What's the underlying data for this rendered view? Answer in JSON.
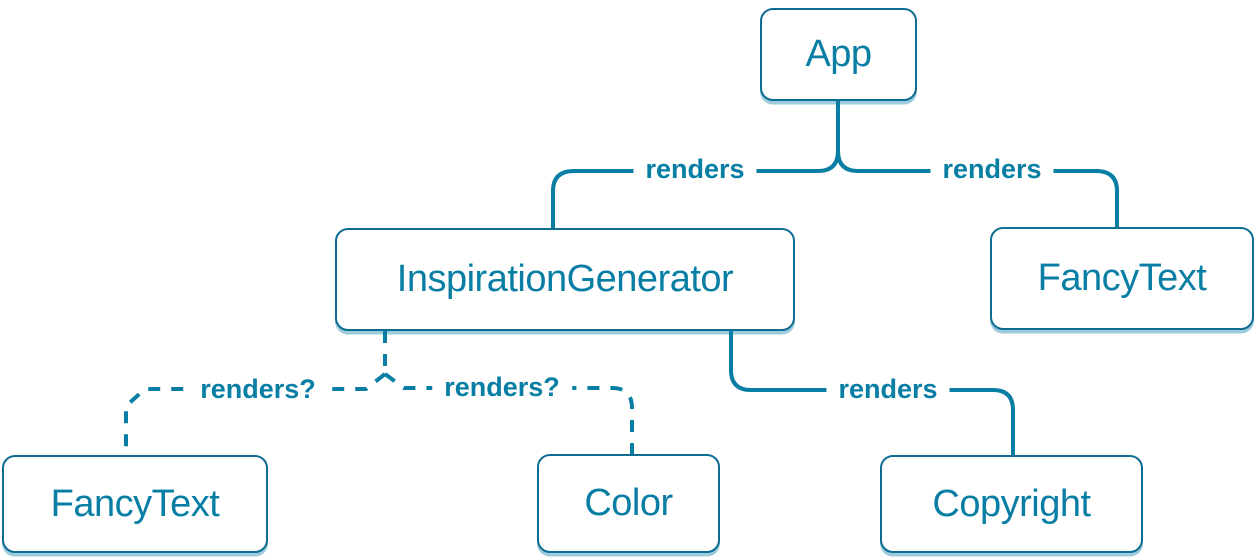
{
  "colors": {
    "accent": "#087ea4",
    "node_border": "#0e6d93",
    "node_background": "#ffffff",
    "node_shadow": "rgba(8,126,164,0.4)",
    "page_background": "#ffffff"
  },
  "diagram": {
    "type": "tree",
    "nodes": [
      {
        "id": "app",
        "label": "App"
      },
      {
        "id": "inspiration-generator",
        "label": "InspirationGenerator"
      },
      {
        "id": "fancy-text-top",
        "label": "FancyText"
      },
      {
        "id": "fancy-text-bottom",
        "label": "FancyText"
      },
      {
        "id": "color",
        "label": "Color"
      },
      {
        "id": "copyright",
        "label": "Copyright"
      }
    ],
    "edges": [
      {
        "from": "app",
        "to": "inspiration-generator",
        "label": "renders",
        "style": "solid"
      },
      {
        "from": "app",
        "to": "fancy-text-top",
        "label": "renders",
        "style": "solid"
      },
      {
        "from": "inspiration-generator",
        "to": "fancy-text-bottom",
        "label": "renders?",
        "style": "dashed"
      },
      {
        "from": "inspiration-generator",
        "to": "color",
        "label": "renders?",
        "style": "dashed"
      },
      {
        "from": "inspiration-generator",
        "to": "copyright",
        "label": "renders",
        "style": "solid"
      }
    ]
  }
}
